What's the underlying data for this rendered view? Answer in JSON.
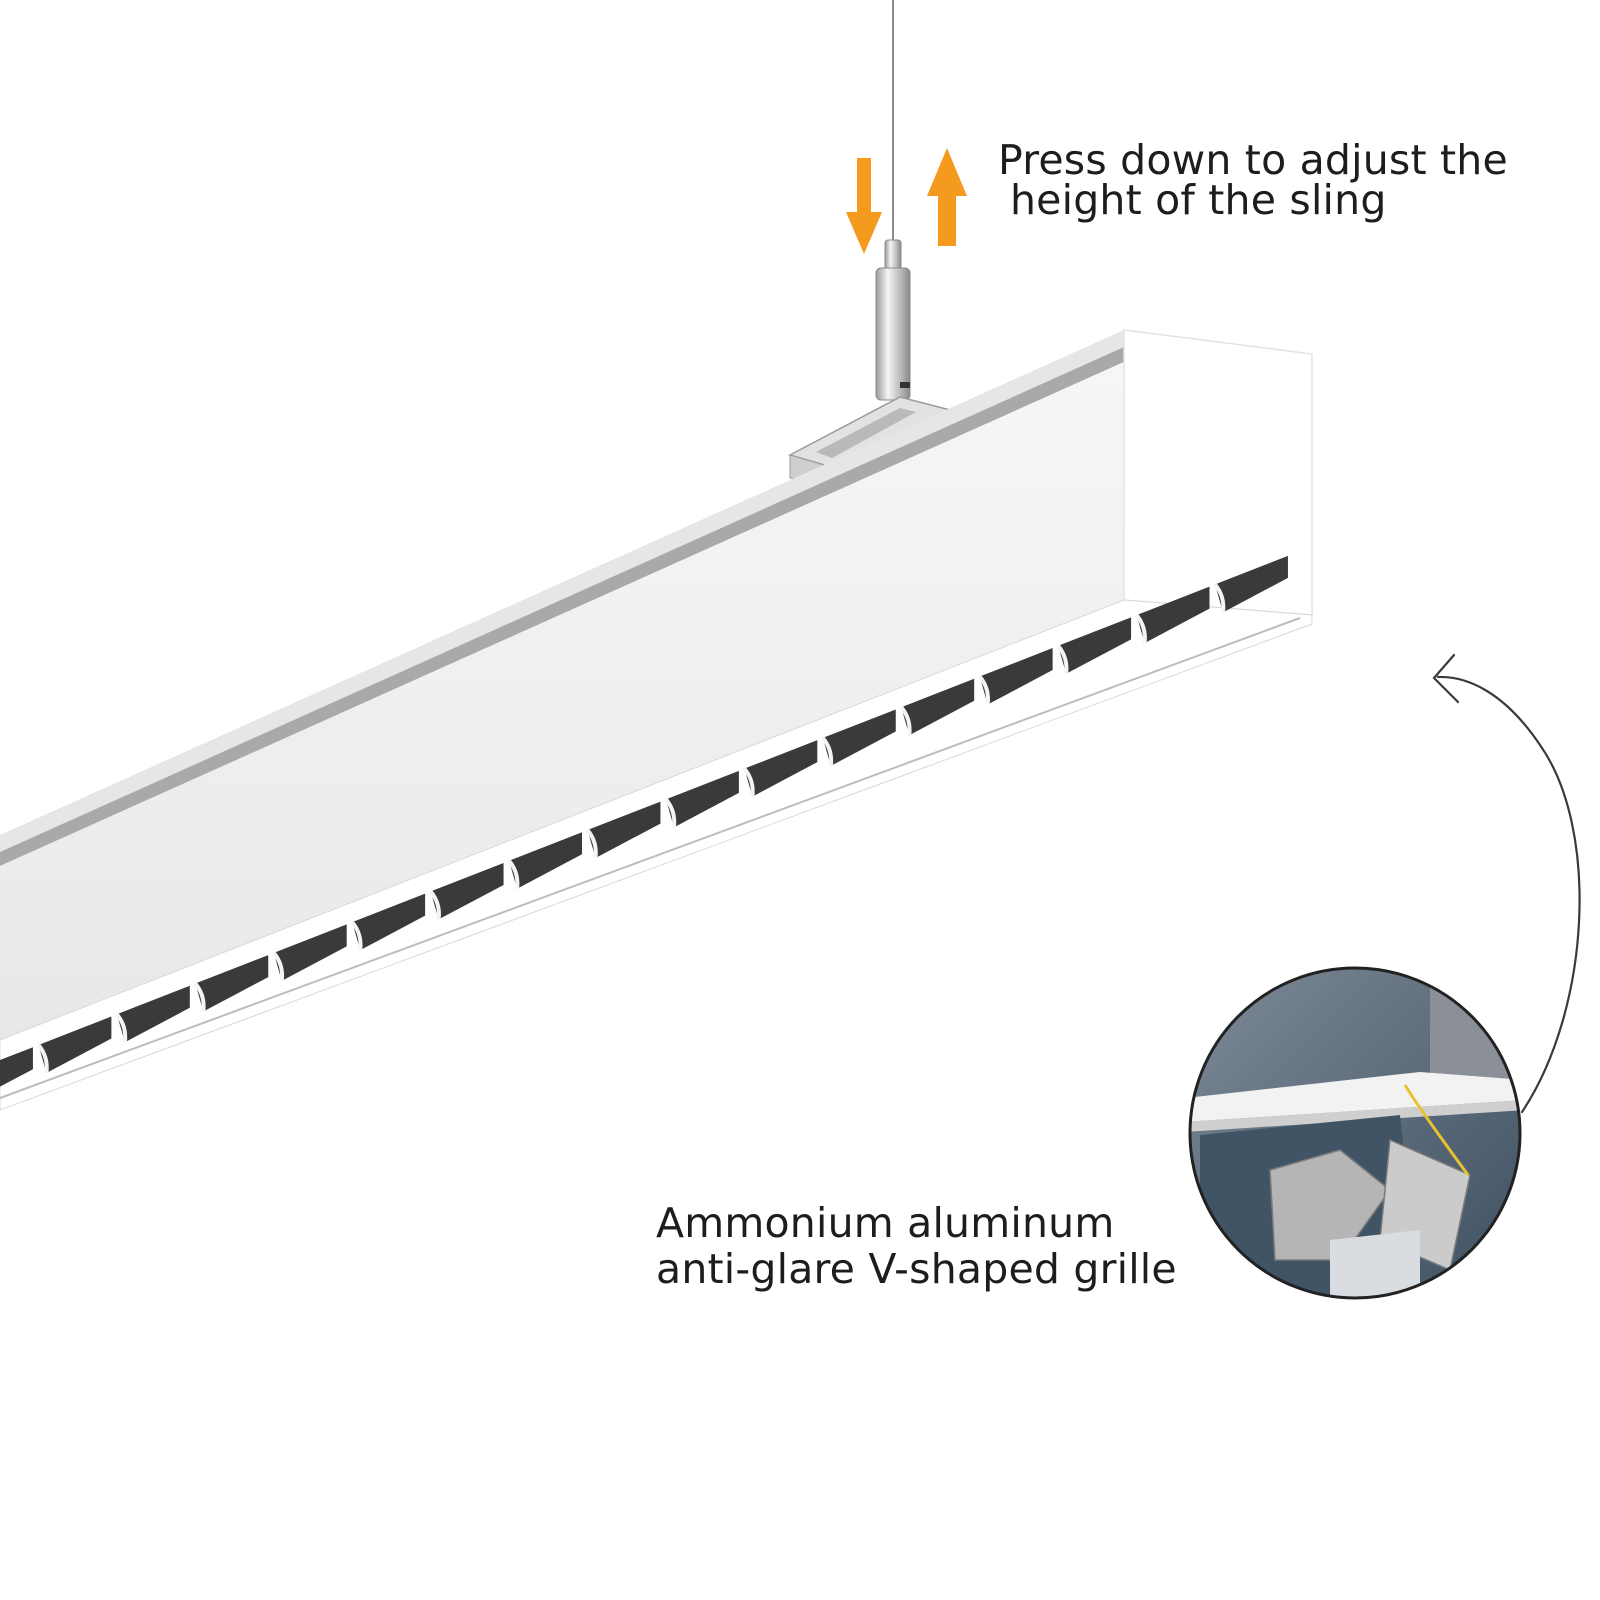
{
  "captions": {
    "sling_line1": "Press down to adjust the",
    "sling_line2": "height of the sling",
    "grille_line1": "Ammonium aluminum",
    "grille_line2": "anti-glare V-shaped grille"
  },
  "colors": {
    "arrow": "#f39a1f",
    "housing": "#f1f1f1",
    "housing_shadow": "#dedede",
    "louver_dark": "#3a3a3a",
    "detail_bg": "#4a5b6c",
    "text": "#1d1d1d"
  },
  "icons": {
    "down_arrow": "arrow-down-icon",
    "up_arrow": "arrow-up-icon",
    "curved_arrow": "curved-pointer-arrow-icon"
  },
  "louver_count": 17
}
